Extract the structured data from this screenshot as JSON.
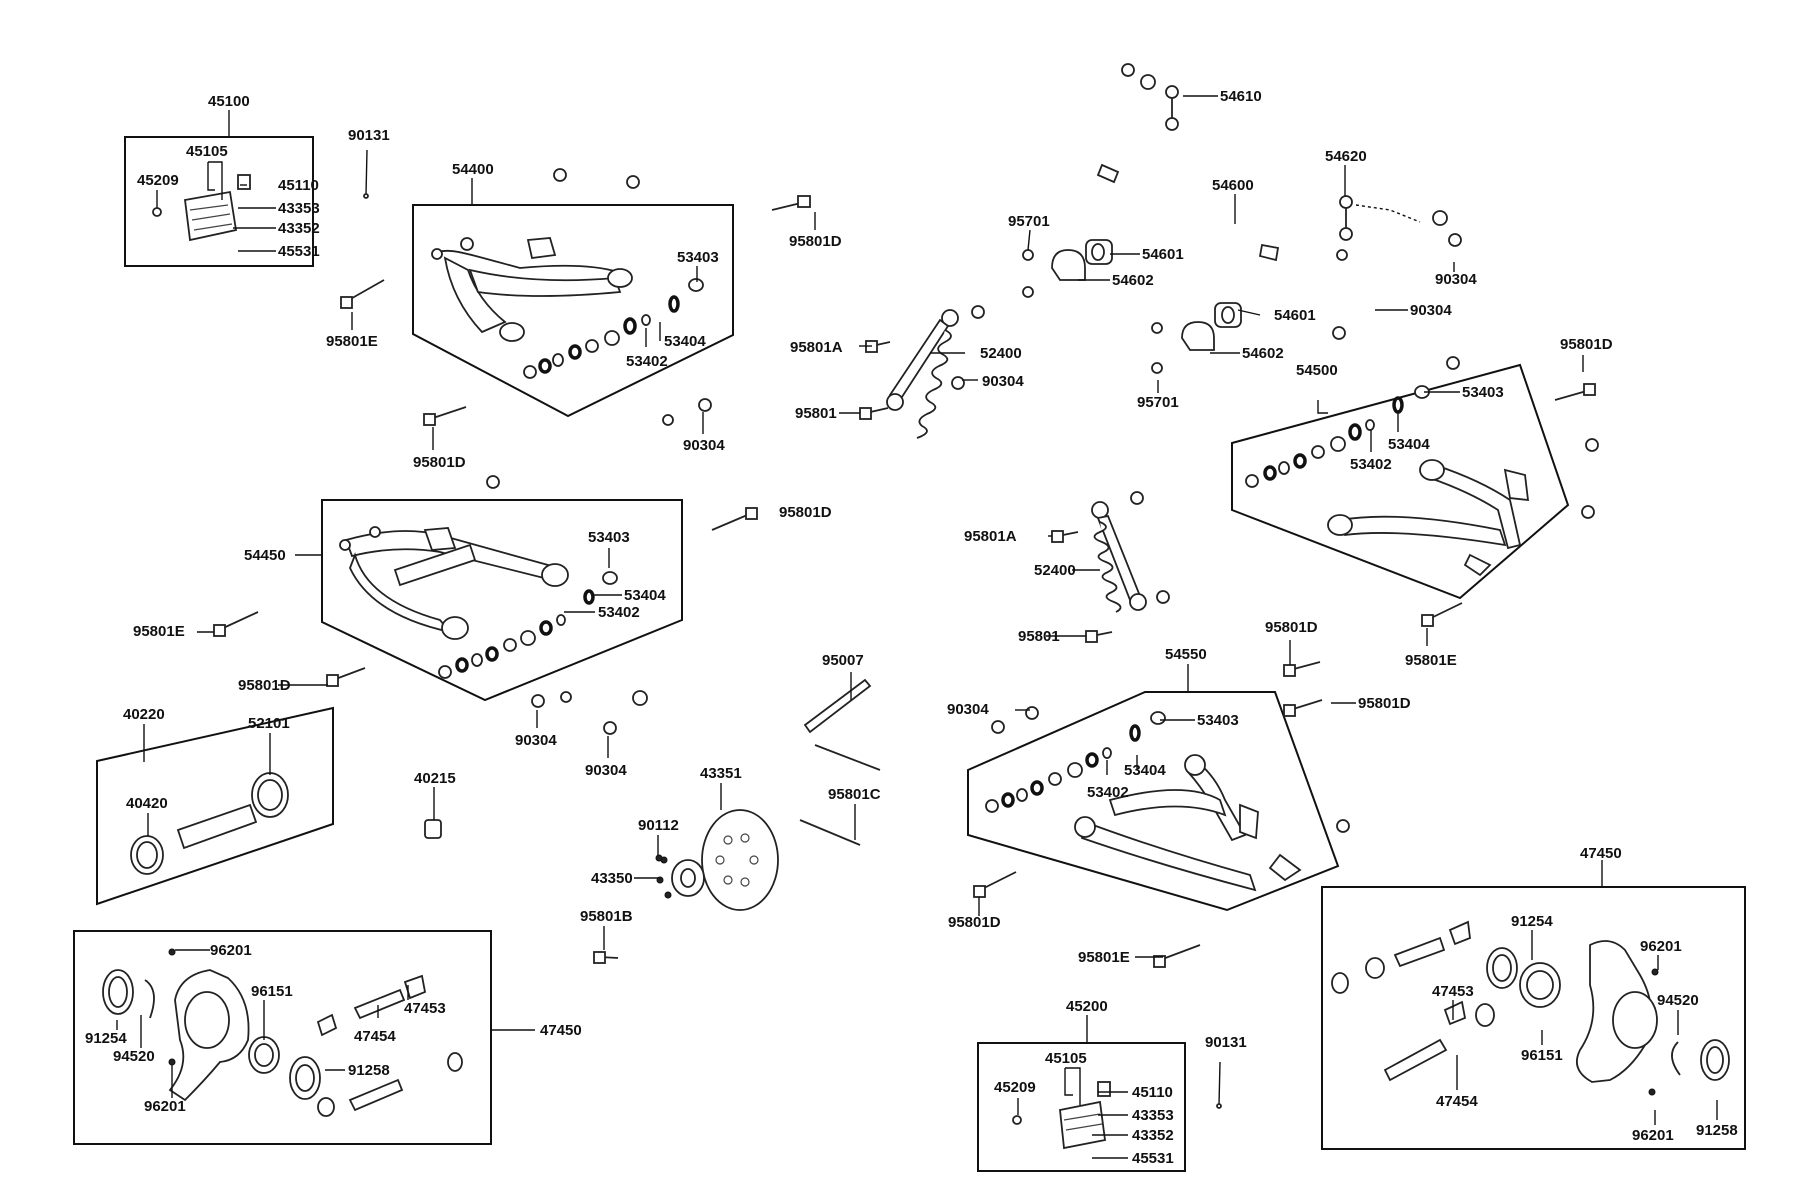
{
  "callouts": {
    "c01": "45100",
    "c02": "45105",
    "c03": "45209",
    "c04": "45110",
    "c05": "43353",
    "c06": "43352",
    "c07": "45531",
    "c08": "90131",
    "c09": "54400",
    "c10": "53403",
    "c11": "53404",
    "c12": "53402",
    "c13": "95801E",
    "c14": "95801D",
    "c15": "95801D",
    "c16": "90304",
    "c17": "95801A",
    "c18": "52400",
    "c19": "90304",
    "c20": "95801",
    "c21": "54610",
    "c22": "54600",
    "c23": "54620",
    "c24": "95701",
    "c25": "54601",
    "c26": "54602",
    "c27": "90304",
    "c28": "54601",
    "c29": "90304",
    "c30": "54602",
    "c31": "95701",
    "c32": "95801D",
    "c33": "54500",
    "c34": "53403",
    "c35": "53404",
    "c36": "53402",
    "c37": "95801D",
    "c38": "54450",
    "c39": "53403",
    "c40": "53404",
    "c41": "53402",
    "c42": "95801E",
    "c43": "95801D",
    "c44": "90304",
    "c45": "90304",
    "c46": "95801A",
    "c47": "52400",
    "c48": "95801",
    "c49": "95801D",
    "c50": "95801E",
    "c51": "95007",
    "c52": "54550",
    "c53": "95801D",
    "c54": "90304",
    "c55": "53403",
    "c56": "53404",
    "c57": "53402",
    "c58": "40220",
    "c59": "52101",
    "c60": "40420",
    "c61": "40215",
    "c62": "43351",
    "c63": "90112",
    "c64": "43350",
    "c65": "95801C",
    "c66": "95801B",
    "c67": "95801D",
    "c68": "95801E",
    "c69": "47450",
    "c70": "96201",
    "c71": "91254",
    "c72": "94520",
    "c73": "96201",
    "c74": "96151",
    "c75": "91258",
    "c76": "47454",
    "c77": "47453",
    "c78": "47450",
    "c79": "45200",
    "c80": "45105",
    "c81": "45209",
    "c82": "45110",
    "c83": "43353",
    "c84": "43352",
    "c85": "45531",
    "c86": "90131",
    "c87": "47450",
    "c88": "91254",
    "c89": "96201",
    "c90": "47453",
    "c91": "94520",
    "c92": "96151",
    "c93": "47454",
    "c94": "96201",
    "c95": "91258"
  }
}
